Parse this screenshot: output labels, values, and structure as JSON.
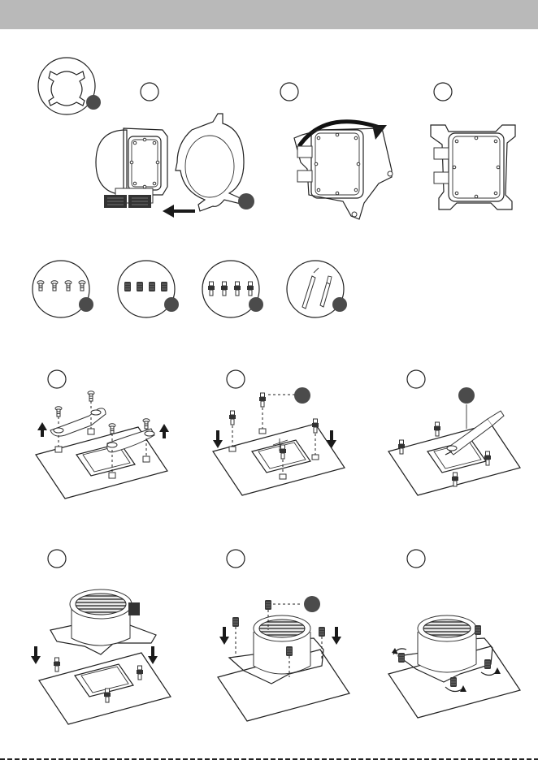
{
  "page": {
    "header_text": "",
    "steps": {
      "bracket_inset": {
        "label": ""
      },
      "remove_intel_bracket": {
        "label": ""
      },
      "rotate_amd_bracket": {
        "label": ""
      },
      "bracket_installed": {
        "label": ""
      }
    },
    "hardware_parts": [
      {
        "name": "screws",
        "label": ""
      },
      {
        "name": "nuts",
        "label": ""
      },
      {
        "name": "standoffs",
        "label": ""
      },
      {
        "name": "thermal-paste-and-tool",
        "label": ""
      }
    ]
  }
}
